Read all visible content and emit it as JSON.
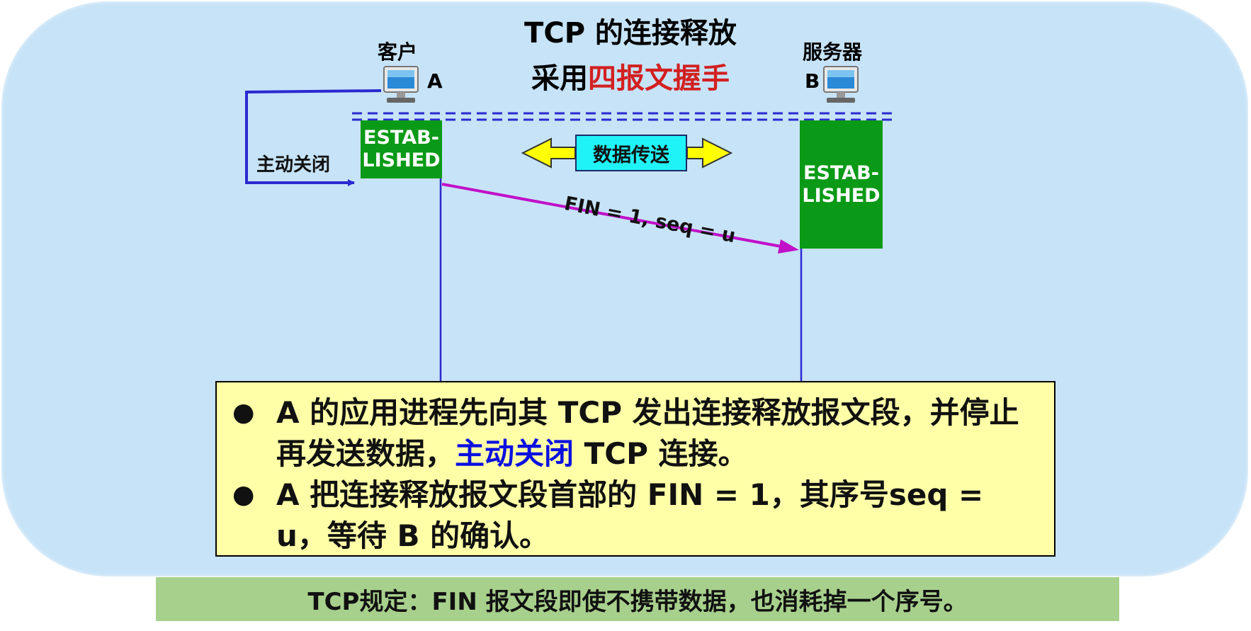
{
  "title": {
    "line1": "TCP 的连接释放",
    "line2_prefix": "采用",
    "line2_highlight": "四报文握手"
  },
  "client": {
    "name": "客户",
    "letter": "A",
    "state": "ESTAB-\nLISHED"
  },
  "server": {
    "name": "服务器",
    "letter": "B",
    "state": "ESTAB-\nLISHED"
  },
  "data_transfer_label": "数据传送",
  "active_close_label": "主动关闭",
  "fin_message": "FIN = 1, seq = u",
  "notes": {
    "bullet1_a": "A 的应用进程先向其 TCP 发出连接释放报文段，并停止再发送数据，",
    "bullet1_highlight": "主动关闭",
    "bullet1_b": " TCP 连接。",
    "bullet2": "A 把连接释放报文段首部的 FIN = 1，其序号seq = u，等待 B 的确认。"
  },
  "footer": "TCP规定：FIN 报文段即使不携带数据，也消耗掉一个序号。",
  "colors": {
    "panel_bg": "#c7e3f7",
    "established": "#0b9a17",
    "fin_arrow": "#c010c8",
    "lifeline": "#2a2ad0",
    "highlight_red": "#d32020",
    "highlight_blue": "#0a10e0",
    "note_bg": "#ffffa8",
    "footer_bg": "#a8d08d"
  },
  "icons": [
    "computer-icon",
    "computer-icon"
  ]
}
